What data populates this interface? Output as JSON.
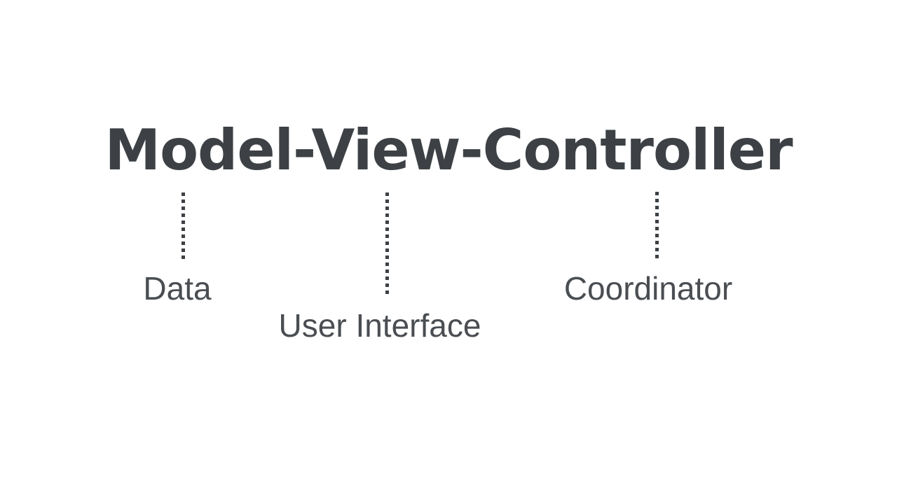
{
  "title": "Model-View-Controller",
  "colors": {
    "background": "#ffffff",
    "title_text": "#3d4145",
    "label_text": "#4a4e52",
    "connector": "#3d4145"
  },
  "connectors": [
    {
      "component": "Model",
      "label": "Data"
    },
    {
      "component": "View",
      "label": "User Interface"
    },
    {
      "component": "Controller",
      "label": "Coordinator"
    }
  ]
}
